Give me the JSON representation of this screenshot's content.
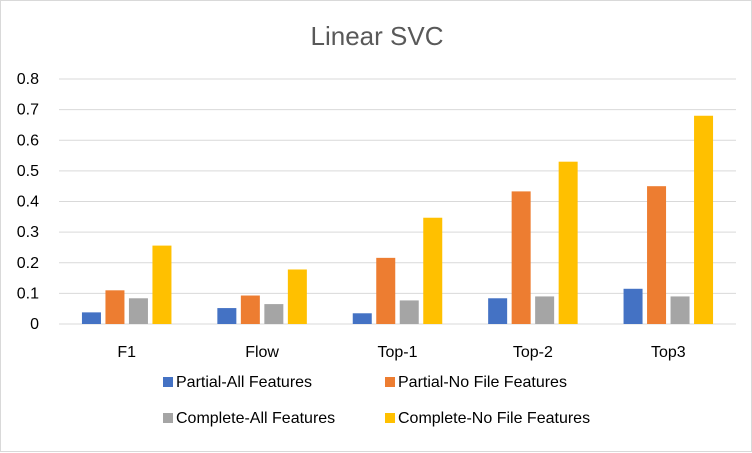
{
  "chart_data": {
    "type": "bar",
    "title": "Linear SVC",
    "xlabel": "",
    "ylabel": "",
    "categories": [
      "F1",
      "Flow",
      "Top-1",
      "Top-2",
      "Top3"
    ],
    "ylim": [
      0,
      0.8
    ],
    "yticks": [
      "0",
      "0.1",
      "0.2",
      "0.3",
      "0.4",
      "0.5",
      "0.6",
      "0.7",
      "0.8"
    ],
    "grid": true,
    "legend_position": "bottom",
    "series": [
      {
        "name": "Partial-All Features",
        "color": "#4472C4",
        "values": [
          0.038,
          0.052,
          0.035,
          0.084,
          0.115
        ]
      },
      {
        "name": "Partial-No File Features",
        "color": "#ED7D31",
        "values": [
          0.11,
          0.093,
          0.216,
          0.433,
          0.45
        ]
      },
      {
        "name": "Complete-All Features",
        "color": "#A5A5A5",
        "values": [
          0.084,
          0.065,
          0.077,
          0.09,
          0.09
        ]
      },
      {
        "name": "Complete-No File Features",
        "color": "#FFC000",
        "values": [
          0.256,
          0.178,
          0.347,
          0.53,
          0.68
        ]
      }
    ]
  }
}
